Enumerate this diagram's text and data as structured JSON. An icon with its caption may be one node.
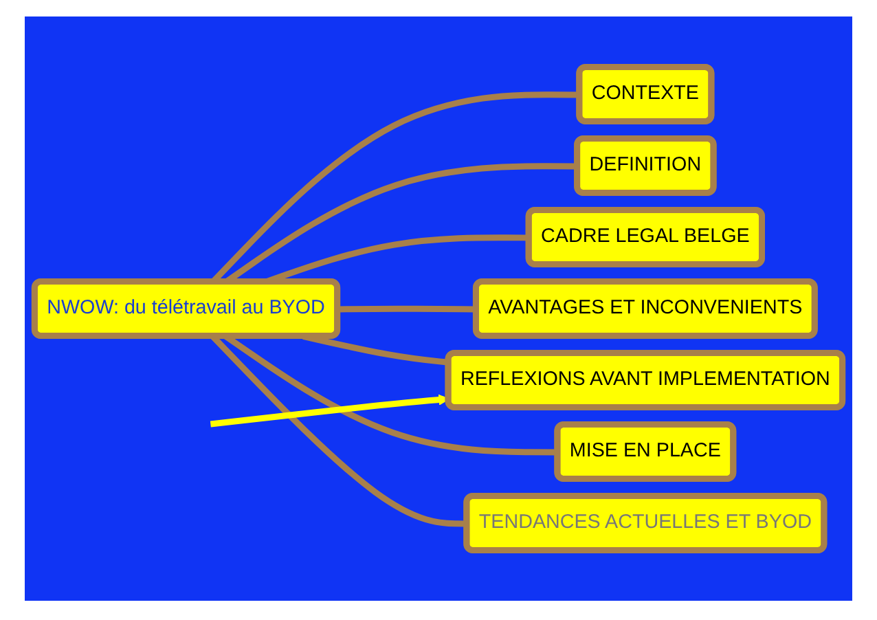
{
  "diagram": {
    "nodes": [
      {
        "text": [
          "NWOW: du télétravail au BYOD"
        ]
      },
      {
        "text": [
          "CONTEXTE"
        ]
      },
      {
        "text": [
          "DEFINITION"
        ]
      },
      {
        "text": [
          "CADRE LEGAL BELGE"
        ]
      },
      {
        "text": [
          "AVANTAGES ET INCONVENIENTS"
        ]
      },
      {
        "text": [
          "REFLEXIONS AVANT IMPLEMENTATION"
        ]
      },
      {
        "text": [
          "MISE EN PLACE"
        ]
      },
      {
        "text": [
          "TENDANCES ACTUELLES ET BYOD"
        ]
      }
    ],
    "edges": [
      {
        "from": 0,
        "to": 1,
        "arrow": "none"
      },
      {
        "from": 0,
        "to": 2,
        "arrow": "none"
      },
      {
        "from": 0,
        "to": 3,
        "arrow": "none"
      },
      {
        "from": 0,
        "to": 4,
        "arrow": "none"
      },
      {
        "from": 0,
        "to": 5,
        "arrow": "none"
      },
      {
        "from": 0,
        "to": 6,
        "arrow": "none"
      },
      {
        "from": 0,
        "to": 7,
        "arrow": "none"
      },
      {
        "from": null,
        "to": 5,
        "arrow": "to",
        "color": "#ffff00"
      }
    ]
  }
}
